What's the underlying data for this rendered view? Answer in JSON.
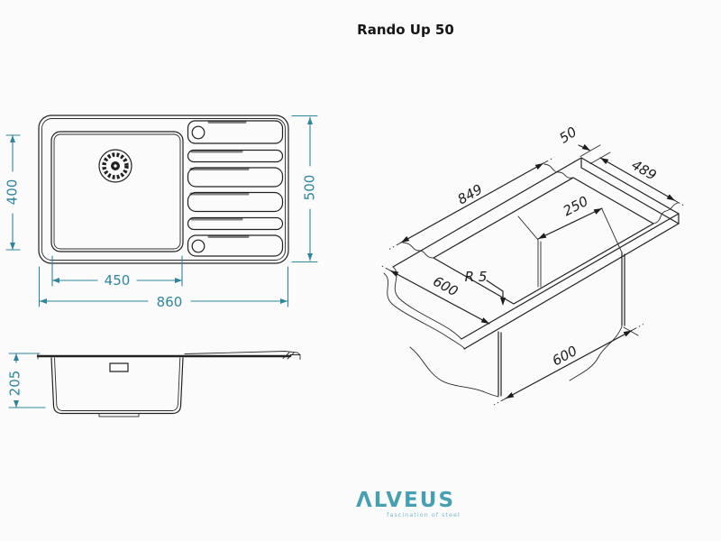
{
  "title": "Rando Up 50",
  "brand": {
    "logo": "ΛLVEUS",
    "tagline": "fascination of steel"
  },
  "colors": {
    "dimension_teal": "#2d869c",
    "line_black": "#212121",
    "logo_teal": "#46a0b3",
    "background": "#fbfbfb"
  },
  "views": {
    "plan": {
      "label": "top-view",
      "dims": {
        "bowl_width": "400",
        "overall_width": "500",
        "bowl_length": "450",
        "overall_length": "860"
      }
    },
    "side": {
      "label": "side-view",
      "dims": {
        "bowl_depth": "205"
      }
    },
    "iso": {
      "label": "isometric-cutout-view",
      "dims": {
        "end_offset": "50",
        "cutout_width": "489",
        "cutout_length": "849",
        "wall_offset": "250",
        "corner_radius": "R 5",
        "worktop_width": "600",
        "cabinet_width": "600"
      }
    }
  }
}
